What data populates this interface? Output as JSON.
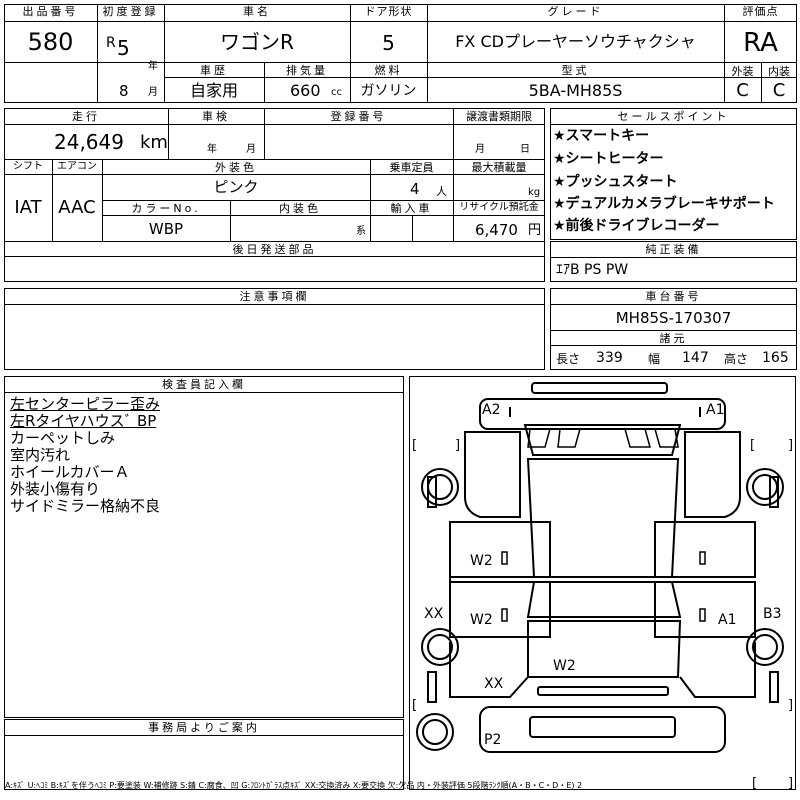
{
  "top": {
    "lot_label": "出品番号",
    "lot_no": "580",
    "reg_label": "初度登録",
    "era": "R",
    "year": "5",
    "year_unit": "年",
    "month": "8",
    "month_unit": "月",
    "car_label": "車名",
    "car_name": "ワゴンR",
    "door_label": "ドア形状",
    "doors": "5",
    "grade_label": "グレード",
    "grade": "FX CDプレーヤーソウチャクシャ",
    "score_label": "評価点",
    "score": "RA",
    "history_label": "車歴",
    "history": "自家用",
    "cc_label": "排気量",
    "cc": "660",
    "cc_unit": "cc",
    "fuel_label": "燃料",
    "fuel": "ガソリン",
    "model_label": "型式",
    "model": "5BA-MH85S",
    "ext_label": "外装",
    "ext": "C",
    "int_label": "内装",
    "int": "C"
  },
  "second": {
    "mileage_label": "走行",
    "mileage": "24,649",
    "mileage_unit": "km",
    "inspect_label": "車検",
    "inspect_year": "年",
    "inspect_month": "月",
    "plate_label": "登録番号",
    "transfer_label": "譲渡書類期限",
    "transfer_month": "月",
    "transfer_day": "日",
    "shift_label": "シフト",
    "shift": "IAT",
    "ac_label": "エアコン",
    "ac": "AAC",
    "color_label": "外装色",
    "color": "ピンク",
    "seats_label": "乗車定員",
    "seats": "4",
    "seats_unit": "人",
    "load_label": "最大積載量",
    "load_unit": "kg",
    "colorno_label": "カラーNo.",
    "colorno": "WBP",
    "intcolor_label": "内装色",
    "intcolor_unit": "系",
    "import_label": "輸入車",
    "recycle_label": "リサイクル預託金",
    "recycle": "6,470",
    "recycle_unit": "円",
    "later_label": "後日発送部品"
  },
  "sales": {
    "label": "セールスポイント",
    "items": [
      "★スマートキー",
      "★シートヒーター",
      "★プッシュスタート",
      "★デュアルカメラブレーキサポート",
      "★前後ドライブレコーダー"
    ]
  },
  "equip": {
    "label": "純正装備",
    "value": "ｴｱB PS PW"
  },
  "notes": {
    "label": "注意事項欄"
  },
  "chassis": {
    "label": "車台番号",
    "value": "MH85S-170307"
  },
  "dims": {
    "label": "諸元",
    "len_label": "長さ",
    "len": "339",
    "wid_label": "幅",
    "wid": "147",
    "hgt_label": "高さ",
    "hgt": "165"
  },
  "inspector": {
    "label": "検査員記入欄",
    "lines": [
      "左センターピラー歪み",
      "左Rタイヤハウスﾞ BP",
      "カーペットしみ",
      "室内汚れ",
      "ホイールカバーＡ",
      "外装小傷有り",
      "サイドミラー格納不良"
    ]
  },
  "office": {
    "label": "事務局よりご案内"
  },
  "legend": "A:ｷｽﾞ U:ﾍｺﾐ B:ｷｽﾞを伴うﾍｺﾐ P:要塗装 W:補修跡 S:錆 C:腐食、凹 G:ﾌﾛﾝﾄｶﾞﾗｽ点ｷｽﾞ XX:交換済み X:要交換 欠:欠品 内・外装評価 5段階ﾗﾝｸ順(A・B・C・D・E) 2",
  "diagram_marks": {
    "a2": "A2",
    "a1_top": "A1",
    "w2_a": "W2",
    "w2_b": "W2",
    "w2_c": "W2",
    "xx_a": "XX",
    "xx_b": "XX",
    "a1_side": "A1",
    "b3": "B3",
    "p2": "P2"
  }
}
